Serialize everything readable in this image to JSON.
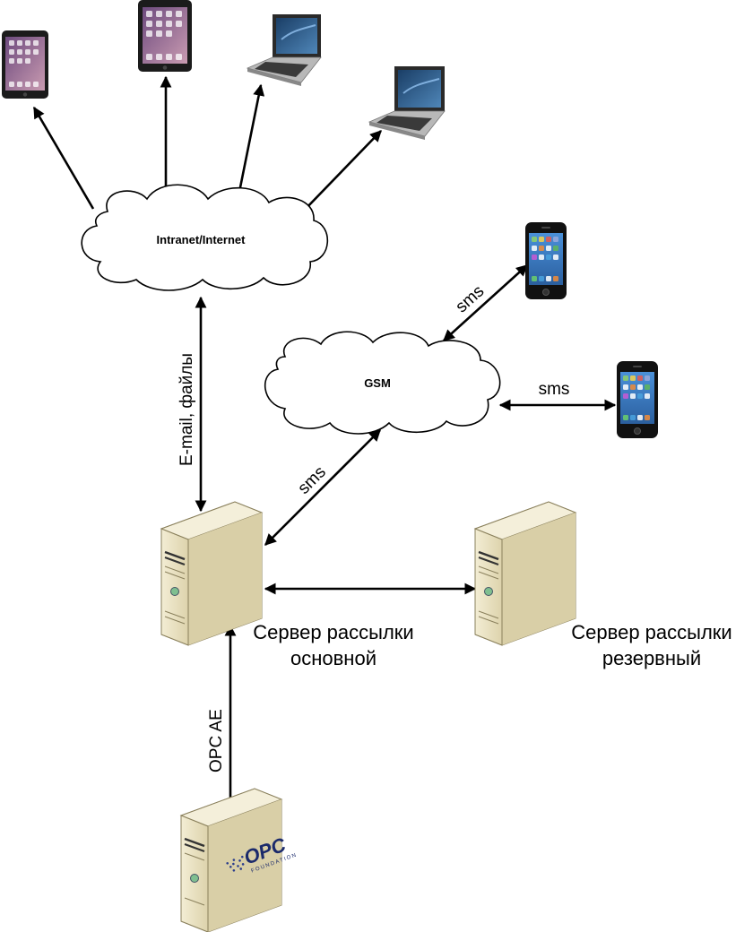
{
  "clouds": {
    "internet": {
      "label": "Intranet/Internet"
    },
    "gsm": {
      "label": "GSM"
    }
  },
  "links": {
    "email_files": "E-mail, файлы",
    "sms_top_phone": "sms",
    "sms_right_phone": "sms",
    "sms_server": "sms",
    "opc_ae": "OPC AE"
  },
  "servers": {
    "main": {
      "line1": "Сервер рассылки",
      "line2": "основной"
    },
    "reserve": {
      "line1": "Сервер рассылки",
      "line2": "резервный"
    }
  },
  "logo": {
    "text": "OPC",
    "subtext": "FOUNDATION"
  },
  "devices": {
    "tablets": 2,
    "laptops": 2,
    "phones": 2
  },
  "colors": {
    "server_face": "#e9e2c4",
    "server_side": "#d4c9a2",
    "cloud_fill": "#ffffff",
    "led": "#7fbf90"
  }
}
